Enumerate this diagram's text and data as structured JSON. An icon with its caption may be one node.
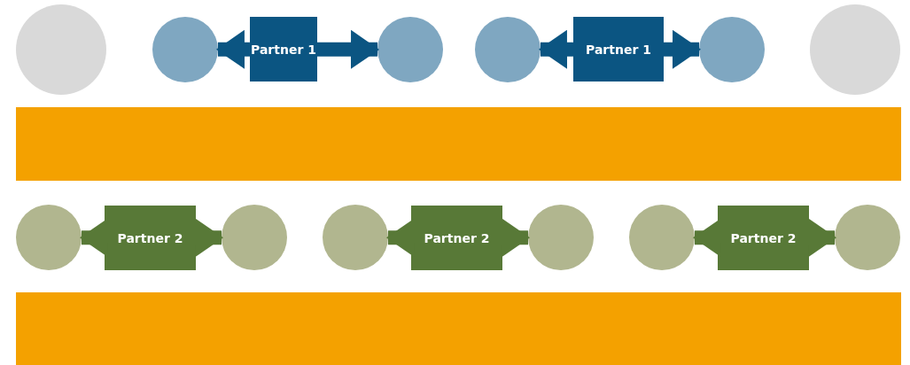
{
  "diagram": {
    "nodes": [
      {
        "text": [],
        "shape": "circle"
      },
      {
        "text": [],
        "shape": "circle"
      },
      {
        "text": [
          "Partner 1"
        ]
      },
      {
        "text": [],
        "shape": "circle"
      },
      {
        "text": [],
        "shape": "circle"
      },
      {
        "text": [
          "Partner 1"
        ]
      },
      {
        "text": [],
        "shape": "circle"
      },
      {
        "text": [],
        "shape": "circle"
      },
      {
        "text": [],
        "shape": "bar"
      },
      {
        "text": [],
        "shape": "circle"
      },
      {
        "text": [
          "Partner 2"
        ]
      },
      {
        "text": [],
        "shape": "circle"
      },
      {
        "text": [],
        "shape": "circle"
      },
      {
        "text": [
          "Partner 2"
        ]
      },
      {
        "text": [],
        "shape": "circle"
      },
      {
        "text": [],
        "shape": "circle"
      },
      {
        "text": [
          "Partner 2"
        ]
      },
      {
        "text": [],
        "shape": "circle"
      },
      {
        "text": [],
        "shape": "bar"
      }
    ],
    "edges": [
      {
        "from": 2,
        "to": 1,
        "arrow": "to",
        "color": "#0b5582"
      },
      {
        "from": 2,
        "to": 3,
        "arrow": "to",
        "color": "#0b5582"
      },
      {
        "from": 5,
        "to": 4,
        "arrow": "to",
        "color": "#0b5582"
      },
      {
        "from": 5,
        "to": 6,
        "arrow": "to",
        "color": "#0b5582"
      },
      {
        "from": 10,
        "to": 9,
        "arrow": "to"
      },
      {
        "from": 10,
        "to": 11,
        "arrow": "to"
      },
      {
        "from": 13,
        "to": 12,
        "arrow": "to"
      },
      {
        "from": 13,
        "to": 14,
        "arrow": "to"
      },
      {
        "from": 16,
        "to": 15,
        "arrow": "to"
      },
      {
        "from": 16,
        "to": 17,
        "arrow": "to"
      }
    ]
  }
}
